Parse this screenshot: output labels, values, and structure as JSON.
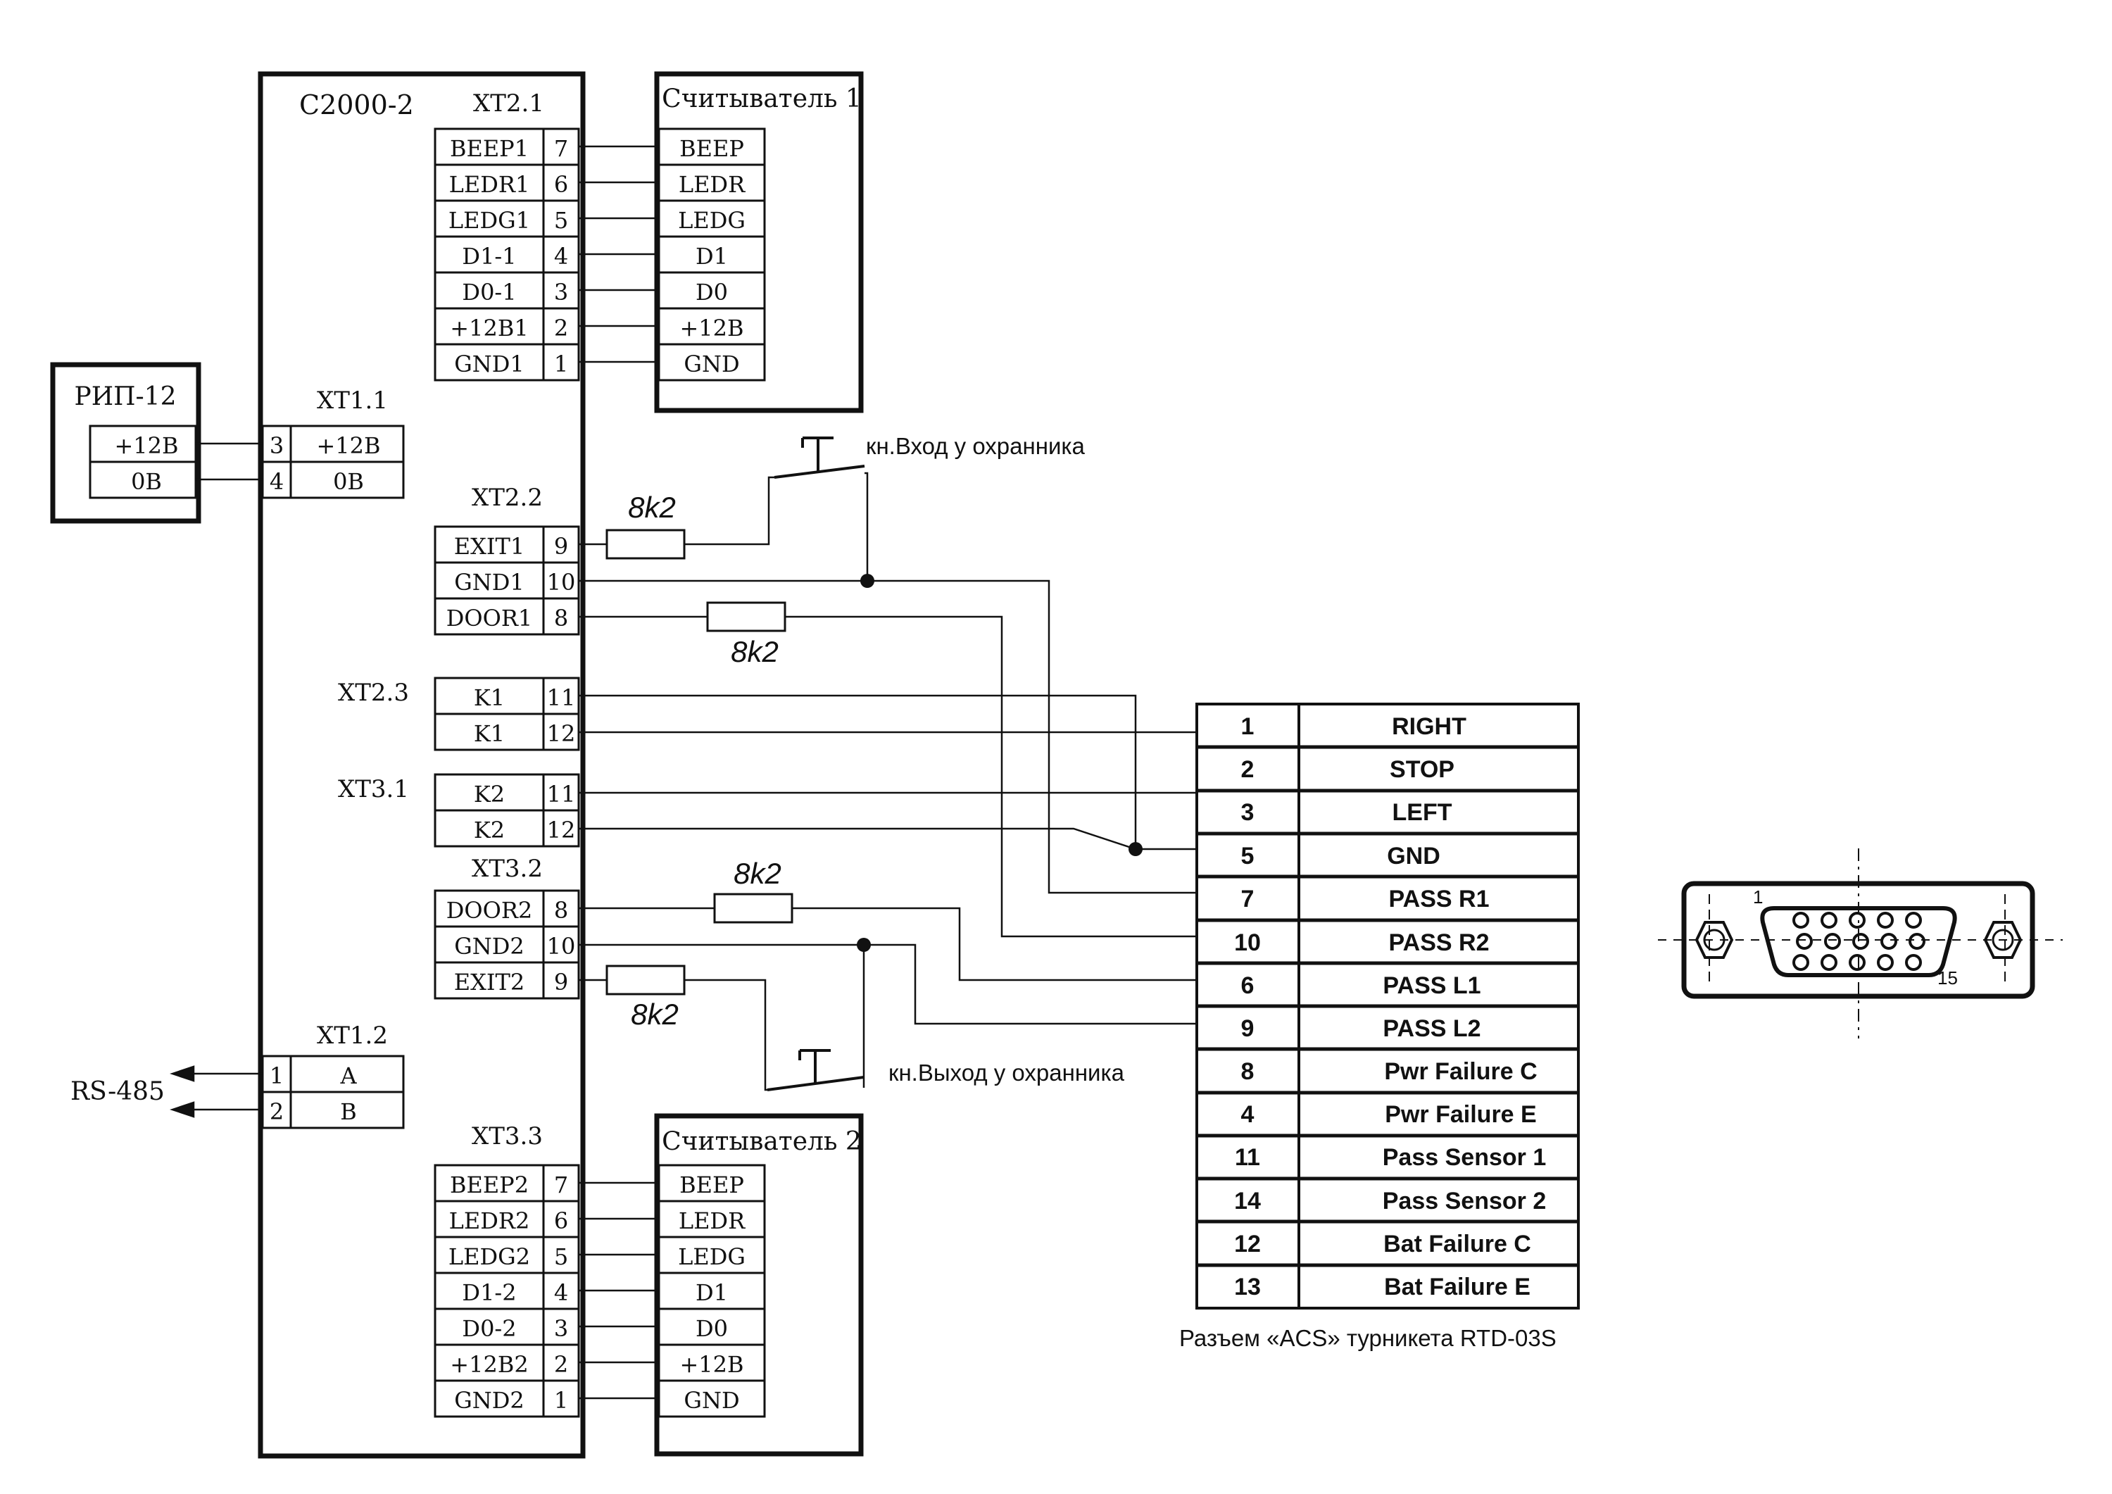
{
  "controller": {
    "title": "С2000-2",
    "blocks": [
      {
        "name": "XT2.1",
        "rows": [
          {
            "signal": "BEEP1",
            "pin": "7"
          },
          {
            "signal": "LEDR1",
            "pin": "6"
          },
          {
            "signal": "LEDG1",
            "pin": "5"
          },
          {
            "signal": "D1-1",
            "pin": "4"
          },
          {
            "signal": "D0-1",
            "pin": "3"
          },
          {
            "signal": "+12В1",
            "pin": "2"
          },
          {
            "signal": "GND1",
            "pin": "1"
          }
        ]
      },
      {
        "name": "XT2.2",
        "rows": [
          {
            "signal": "EXIT1",
            "pin": "9"
          },
          {
            "signal": "GND1",
            "pin": "10"
          },
          {
            "signal": "DOOR1",
            "pin": "8"
          }
        ]
      },
      {
        "name": "XT2.3",
        "rows": [
          {
            "signal": "K1",
            "pin": "11"
          },
          {
            "signal": "K1",
            "pin": "12"
          }
        ]
      },
      {
        "name": "XT3.1",
        "rows": [
          {
            "signal": "K2",
            "pin": "11"
          },
          {
            "signal": "K2",
            "pin": "12"
          }
        ]
      },
      {
        "name": "XT3.2",
        "rows": [
          {
            "signal": "DOOR2",
            "pin": "8"
          },
          {
            "signal": "GND2",
            "pin": "10"
          },
          {
            "signal": "EXIT2",
            "pin": "9"
          }
        ]
      },
      {
        "name": "XT3.3",
        "rows": [
          {
            "signal": "BEEP2",
            "pin": "7"
          },
          {
            "signal": "LEDR2",
            "pin": "6"
          },
          {
            "signal": "LEDG2",
            "pin": "5"
          },
          {
            "signal": "D1-2",
            "pin": "4"
          },
          {
            "signal": "D0-2",
            "pin": "3"
          },
          {
            "signal": "+12В2",
            "pin": "2"
          },
          {
            "signal": "GND2",
            "pin": "1"
          }
        ]
      },
      {
        "name": "XT1.1",
        "rows": [
          {
            "pin": "3",
            "signal": "+12В"
          },
          {
            "pin": "4",
            "signal": "0В"
          }
        ]
      },
      {
        "name": "XT1.2",
        "rows": [
          {
            "pin": "1",
            "signal": "A"
          },
          {
            "pin": "2",
            "signal": "B"
          }
        ]
      }
    ]
  },
  "power_supply": {
    "title": "РИП-12",
    "rows": [
      "+12В",
      "0В"
    ]
  },
  "readers": [
    {
      "title": "Считыватель 1",
      "rows": [
        "BEEP",
        "LEDR",
        "LEDG",
        "D1",
        "D0",
        "+12В",
        "GND"
      ]
    },
    {
      "title": "Считыватель 2",
      "rows": [
        "BEEP",
        "LEDR",
        "LEDG",
        "D1",
        "D0",
        "+12В",
        "GND"
      ]
    }
  ],
  "bus_label": "RS-485",
  "resistors": [
    "8k2",
    "8k2",
    "8k2",
    "8k2"
  ],
  "buttons": [
    "кн.Вход у охранника",
    "кн.Выход у охранника"
  ],
  "turnstile": {
    "caption": "Разъем «ACS» турникета RTD-03S",
    "pins": [
      {
        "pin": "1",
        "name": "RIGHT"
      },
      {
        "pin": "2",
        "name": "STOP"
      },
      {
        "pin": "3",
        "name": "LEFT"
      },
      {
        "pin": "5",
        "name": "GND"
      },
      {
        "pin": "7",
        "name": "PASS R1"
      },
      {
        "pin": "10",
        "name": "PASS R2"
      },
      {
        "pin": "6",
        "name": "PASS L1"
      },
      {
        "pin": "9",
        "name": "PASS L2"
      },
      {
        "pin": "8",
        "name": "Pwr Failure C"
      },
      {
        "pin": "4",
        "name": "Pwr Failure E"
      },
      {
        "pin": "11",
        "name": "Pass Sensor 1"
      },
      {
        "pin": "14",
        "name": "Pass Sensor 2"
      },
      {
        "pin": "12",
        "name": "Bat Failure C"
      },
      {
        "pin": "13",
        "name": "Bat Failure E"
      }
    ]
  },
  "connector": {
    "pin_first": "1",
    "pin_last": "15"
  }
}
